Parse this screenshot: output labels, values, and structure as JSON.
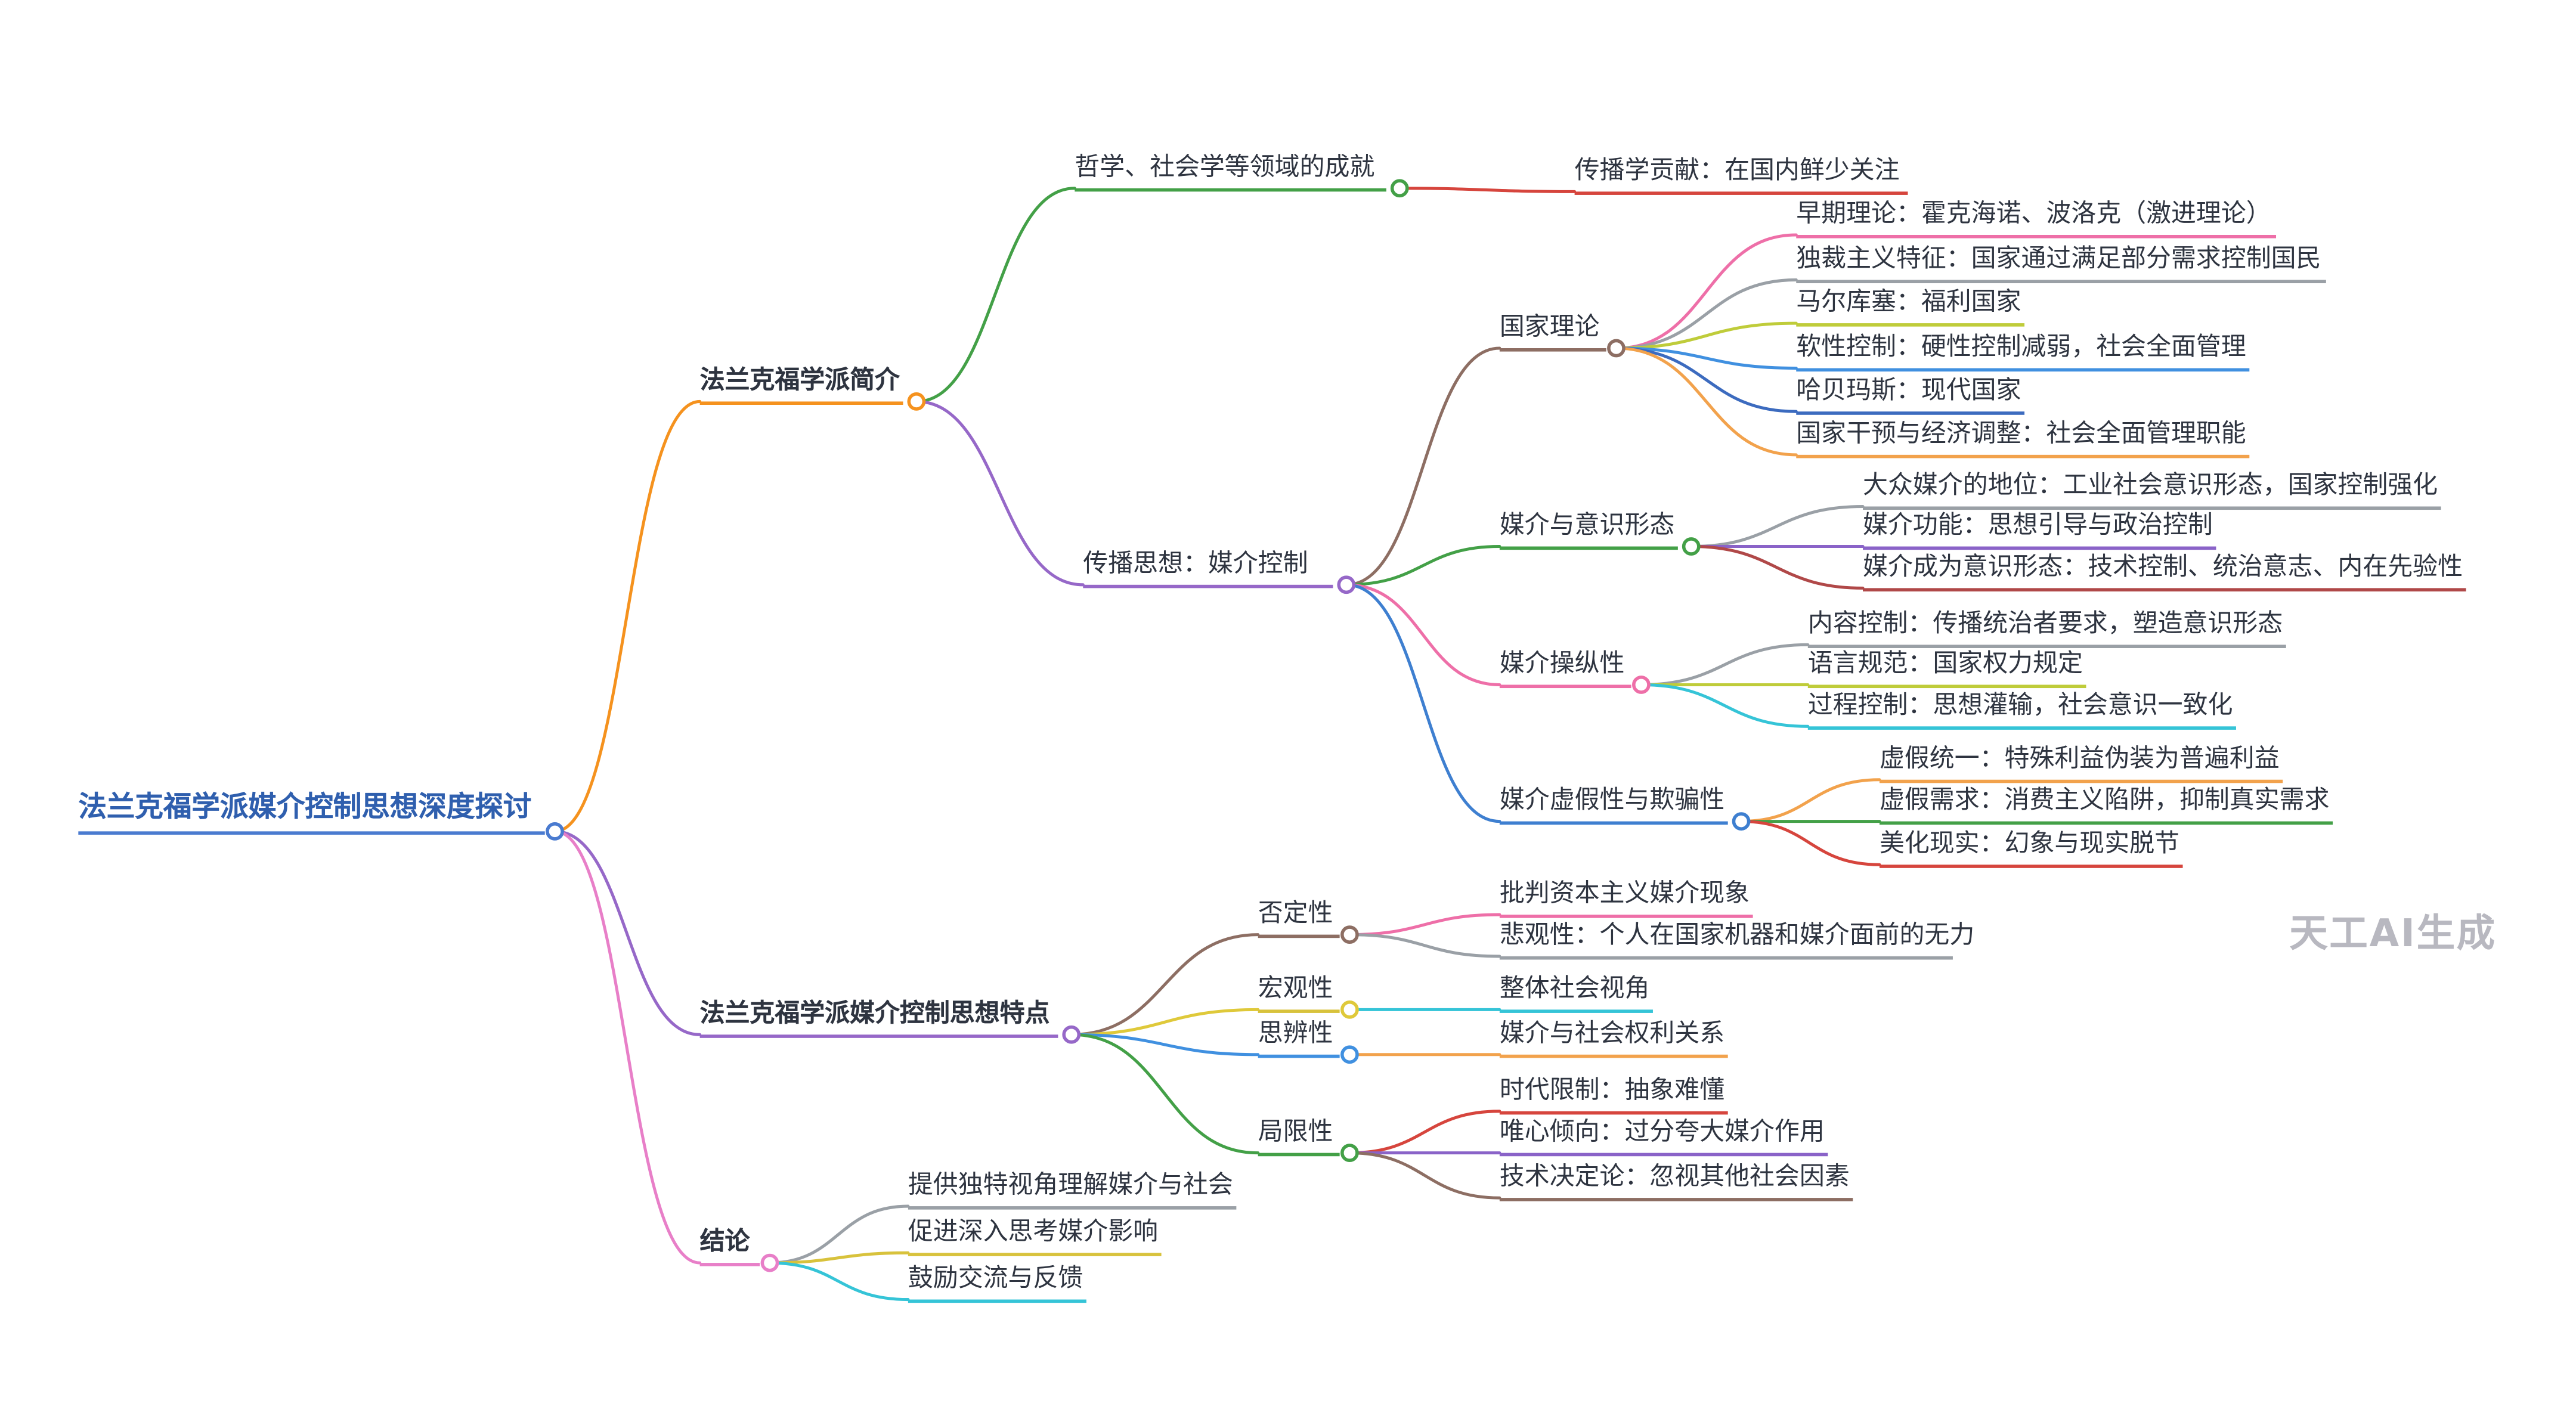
{
  "watermark": "天工AI生成",
  "palette": {
    "text": "#2e3440",
    "root_text": "#2f5fae",
    "blue": "#4a7bd0",
    "blue2": "#3e7fd0",
    "orange": "#f5921e",
    "light_orange": "#f2a24c",
    "purple": "#9668c8",
    "mid_purple": "#8a63c8",
    "magenta": "#e87fc8",
    "green": "#43a047",
    "red": "#d6453d",
    "dark_red": "#b04848",
    "brown": "#8d6e63",
    "pink": "#ee6fa8",
    "gray": "#9aa0a6",
    "olive": "#bfcc3a",
    "bright_blue": "#4090e0",
    "steel_blue": "#3c6bbf",
    "cyan": "#35c4d7",
    "yellow": "#d8c23c",
    "watermark_gray": "#b8b8c0"
  },
  "tree": {
    "label": "法兰克福学派媒介控制思想深度探讨",
    "children": [
      {
        "label": "法兰克福学派简介",
        "children": [
          {
            "label": "哲学、社会学等领域的成就",
            "children": [
              {
                "label": "传播学贡献：在国内鲜少关注"
              }
            ]
          },
          {
            "label": "传播思想：媒介控制",
            "children": [
              {
                "label": "国家理论",
                "children": [
                  {
                    "label": "早期理论：霍克海诺、波洛克（激进理论）"
                  },
                  {
                    "label": "独裁主义特征：国家通过满足部分需求控制国民"
                  },
                  {
                    "label": "马尔库塞：福利国家"
                  },
                  {
                    "label": "软性控制：硬性控制减弱，社会全面管理"
                  },
                  {
                    "label": "哈贝玛斯：现代国家"
                  },
                  {
                    "label": "国家干预与经济调整：社会全面管理职能"
                  }
                ]
              },
              {
                "label": "媒介与意识形态",
                "children": [
                  {
                    "label": "大众媒介的地位：工业社会意识形态，国家控制强化"
                  },
                  {
                    "label": "媒介功能：思想引导与政治控制"
                  },
                  {
                    "label": "媒介成为意识形态：技术控制、统治意志、内在先验性"
                  }
                ]
              },
              {
                "label": "媒介操纵性",
                "children": [
                  {
                    "label": "内容控制：传播统治者要求，塑造意识形态"
                  },
                  {
                    "label": "语言规范：国家权力规定"
                  },
                  {
                    "label": "过程控制：思想灌输，社会意识一致化"
                  }
                ]
              },
              {
                "label": "媒介虚假性与欺骗性",
                "children": [
                  {
                    "label": "虚假统一：特殊利益伪装为普遍利益"
                  },
                  {
                    "label": "虚假需求：消费主义陷阱，抑制真实需求"
                  },
                  {
                    "label": "美化现实：幻象与现实脱节"
                  }
                ]
              }
            ]
          }
        ]
      },
      {
        "label": "法兰克福学派媒介控制思想特点",
        "children": [
          {
            "label": "否定性",
            "children": [
              {
                "label": "批判资本主义媒介现象"
              },
              {
                "label": "悲观性：个人在国家机器和媒介面前的无力"
              }
            ]
          },
          {
            "label": "宏观性",
            "children": [
              {
                "label": "整体社会视角"
              }
            ]
          },
          {
            "label": "思辨性",
            "children": [
              {
                "label": "媒介与社会权利关系"
              }
            ]
          },
          {
            "label": "局限性",
            "children": [
              {
                "label": "时代限制：抽象难懂"
              },
              {
                "label": "唯心倾向：过分夸大媒介作用"
              },
              {
                "label": "技术决定论：忽视其他社会因素"
              }
            ]
          }
        ]
      },
      {
        "label": "结论",
        "children": [
          {
            "label": "提供独特视角理解媒介与社会"
          },
          {
            "label": "促进深入思考媒介影响"
          },
          {
            "label": "鼓励交流与反馈"
          }
        ]
      }
    ]
  }
}
